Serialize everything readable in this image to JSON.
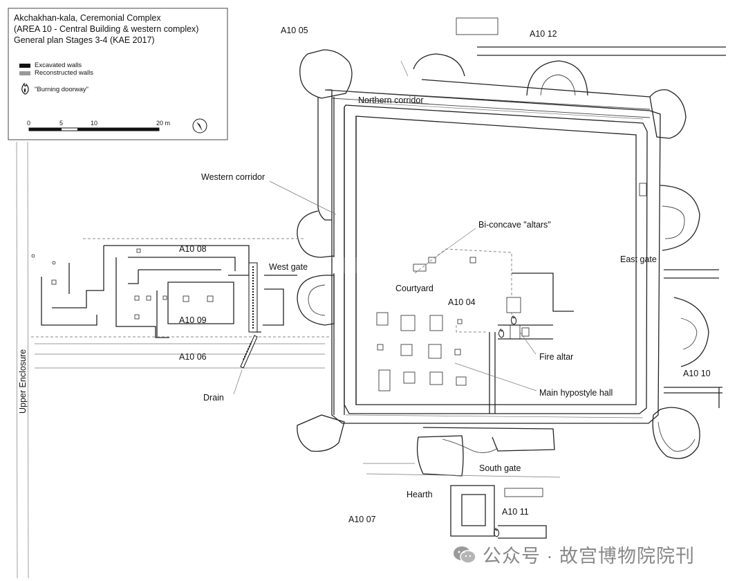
{
  "title": {
    "line1": "Akchakhan-kala, Ceremonial Complex",
    "line2": "(AREA 10 - Central Building & western complex)",
    "line3": "General plan Stages 3-4 (KAE 2017)"
  },
  "legend": {
    "excavated": "Excavated walls",
    "reconstructed": "Reconstructed walls",
    "burning": "\"Burning doorway\"",
    "colors": {
      "excavated": "#111111",
      "reconstructed": "#999999"
    }
  },
  "scale": {
    "t0": "0",
    "t5": "5",
    "t10": "10",
    "t20": "20 m"
  },
  "labels": {
    "a1005": "A10 05",
    "a1012": "A10 12",
    "northern_corridor": "Northern corridor",
    "western_corridor": "Western corridor",
    "altars": "Bi-concave \"altars\"",
    "a1008": "A10 08",
    "west_gate": "West gate",
    "east_gate": "East gate",
    "courtyard": "Courtyard",
    "a1004": "A10 04",
    "a1009": "A10 09",
    "fire_altar": "Fire altar",
    "a1006": "A10 06",
    "a1010": "A10 10",
    "main_hall": "Main hypostyle hall",
    "drain": "Drain",
    "upper_enclosure": "Upper Enclosure",
    "south_gate": "South gate",
    "hearth": "Hearth",
    "a1011": "A10 11",
    "a1007": "A10 07"
  },
  "watermark": {
    "text": "公众号 · 故宫博物院院刊",
    "icon": "wechat-icon"
  }
}
